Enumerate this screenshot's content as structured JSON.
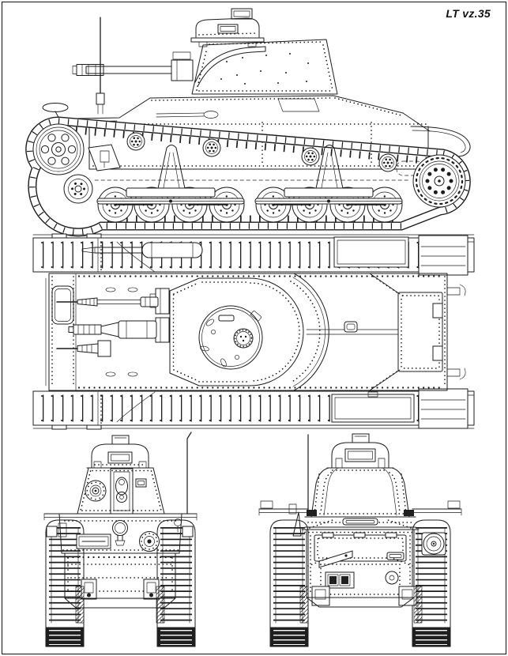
{
  "title": {
    "label": "LT vz.35"
  },
  "colors": {
    "background": "#ffffff",
    "line": "#1c1c1c",
    "frame": "#111111",
    "label-text": "#111111",
    "track-dark": "#1f1f1f"
  },
  "views": [
    {
      "id": "side-view"
    },
    {
      "id": "top-view"
    },
    {
      "id": "front-view"
    },
    {
      "id": "rear-view"
    }
  ]
}
